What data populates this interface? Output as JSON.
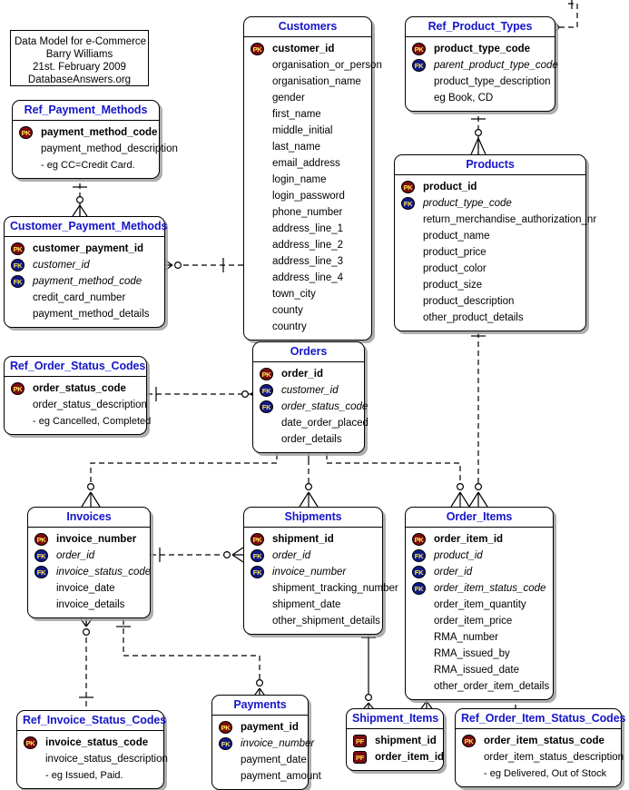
{
  "diagram": {
    "title_box": {
      "lines": [
        "Data Model for e-Commerce",
        "Barry Williams",
        "21st. February 2009",
        "DatabaseAnswers.org"
      ]
    },
    "colors": {
      "entity_title": "#1616c8",
      "pk_badge": "#7c0a12",
      "fk_badge": "#101a8c",
      "badge_text": "#ffe44d",
      "line": "#000000",
      "shadow": "#a0a0a0",
      "background": "#ffffff"
    },
    "badge_labels": {
      "pk": "PK",
      "fk": "FK",
      "pf": "PF"
    },
    "entities": [
      {
        "name": "Ref_Payment_Methods",
        "attributes": [
          {
            "label": "payment_method_code",
            "key": "pk"
          },
          {
            "label": "payment_method_description",
            "key": "none"
          },
          {
            "label": "- eg CC=Credit Card.",
            "key": "none"
          }
        ]
      },
      {
        "name": "Customer_Payment_Methods",
        "attributes": [
          {
            "label": "customer_payment_id",
            "key": "pk"
          },
          {
            "label": "customer_id",
            "key": "fk"
          },
          {
            "label": "payment_method_code",
            "key": "fk"
          },
          {
            "label": "credit_card_number",
            "key": "none"
          },
          {
            "label": "payment_method_details",
            "key": "none"
          }
        ]
      },
      {
        "name": "Customers",
        "attributes": [
          {
            "label": "customer_id",
            "key": "pk"
          },
          {
            "label": "organisation_or_person",
            "key": "none"
          },
          {
            "label": "organisation_name",
            "key": "none"
          },
          {
            "label": "gender",
            "key": "none"
          },
          {
            "label": "first_name",
            "key": "none"
          },
          {
            "label": "middle_initial",
            "key": "none"
          },
          {
            "label": "last_name",
            "key": "none"
          },
          {
            "label": "email_address",
            "key": "none"
          },
          {
            "label": "login_name",
            "key": "none"
          },
          {
            "label": "login_password",
            "key": "none"
          },
          {
            "label": "phone_number",
            "key": "none"
          },
          {
            "label": "address_line_1",
            "key": "none"
          },
          {
            "label": "address_line_2",
            "key": "none"
          },
          {
            "label": "address_line_3",
            "key": "none"
          },
          {
            "label": "address_line_4",
            "key": "none"
          },
          {
            "label": "town_city",
            "key": "none"
          },
          {
            "label": "county",
            "key": "none"
          },
          {
            "label": "country",
            "key": "none"
          }
        ]
      },
      {
        "name": "Ref_Product_Types",
        "attributes": [
          {
            "label": "product_type_code",
            "key": "pk"
          },
          {
            "label": "parent_product_type_code",
            "key": "fk"
          },
          {
            "label": "product_type_description",
            "key": "none"
          },
          {
            "label": "eg Book, CD",
            "key": "none"
          }
        ]
      },
      {
        "name": "Products",
        "attributes": [
          {
            "label": "product_id",
            "key": "pk"
          },
          {
            "label": "product_type_code",
            "key": "fk"
          },
          {
            "label": "return_merchandise_authorization_nr",
            "key": "none"
          },
          {
            "label": "product_name",
            "key": "none"
          },
          {
            "label": "product_price",
            "key": "none"
          },
          {
            "label": "product_color",
            "key": "none"
          },
          {
            "label": "product_size",
            "key": "none"
          },
          {
            "label": "product_description",
            "key": "none"
          },
          {
            "label": "other_product_details",
            "key": "none"
          }
        ]
      },
      {
        "name": "Ref_Order_Status_Codes",
        "attributes": [
          {
            "label": "order_status_code",
            "key": "pk"
          },
          {
            "label": "order_status_description",
            "key": "none"
          },
          {
            "label": "- eg Cancelled, Completed",
            "key": "none"
          }
        ]
      },
      {
        "name": "Orders",
        "attributes": [
          {
            "label": "order_id",
            "key": "pk"
          },
          {
            "label": "customer_id",
            "key": "fk"
          },
          {
            "label": "order_status_code",
            "key": "fk"
          },
          {
            "label": "date_order_placed",
            "key": "none"
          },
          {
            "label": "order_details",
            "key": "none"
          }
        ]
      },
      {
        "name": "Invoices",
        "attributes": [
          {
            "label": "invoice_number",
            "key": "pk"
          },
          {
            "label": "order_id",
            "key": "fk"
          },
          {
            "label": "invoice_status_code",
            "key": "fk"
          },
          {
            "label": "invoice_date",
            "key": "none"
          },
          {
            "label": "invoice_details",
            "key": "none"
          }
        ]
      },
      {
        "name": "Shipments",
        "attributes": [
          {
            "label": "shipment_id",
            "key": "pk"
          },
          {
            "label": "order_id",
            "key": "fk"
          },
          {
            "label": "invoice_number",
            "key": "fk"
          },
          {
            "label": "shipment_tracking_number",
            "key": "none"
          },
          {
            "label": "shipment_date",
            "key": "none"
          },
          {
            "label": "other_shipment_details",
            "key": "none"
          }
        ]
      },
      {
        "name": "Order_Items",
        "attributes": [
          {
            "label": "order_item_id",
            "key": "pk"
          },
          {
            "label": "product_id",
            "key": "fk"
          },
          {
            "label": "order_id",
            "key": "fk"
          },
          {
            "label": "order_item_status_code",
            "key": "fk"
          },
          {
            "label": "order_item_quantity",
            "key": "none"
          },
          {
            "label": "order_item_price",
            "key": "none"
          },
          {
            "label": "RMA_number",
            "key": "none"
          },
          {
            "label": "RMA_issued_by",
            "key": "none"
          },
          {
            "label": "RMA_issued_date",
            "key": "none"
          },
          {
            "label": "other_order_item_details",
            "key": "none"
          }
        ]
      },
      {
        "name": "Ref_Invoice_Status_Codes",
        "attributes": [
          {
            "label": "invoice_status_code",
            "key": "pk"
          },
          {
            "label": "invoice_status_description",
            "key": "none"
          },
          {
            "label": "- eg Issued, Paid.",
            "key": "none"
          }
        ]
      },
      {
        "name": "Payments",
        "attributes": [
          {
            "label": "payment_id",
            "key": "pk"
          },
          {
            "label": "invoice_number",
            "key": "fk"
          },
          {
            "label": "payment_date",
            "key": "none"
          },
          {
            "label": "payment_amount",
            "key": "none"
          }
        ]
      },
      {
        "name": "Shipment_Items",
        "attributes": [
          {
            "label": "shipment_id",
            "key": "pf"
          },
          {
            "label": "order_item_id",
            "key": "pf"
          }
        ]
      },
      {
        "name": "Ref_Order_Item_Status_Codes",
        "attributes": [
          {
            "label": "order_item_status_code",
            "key": "pk"
          },
          {
            "label": "order_item_status_description",
            "key": "none"
          },
          {
            "label": "- eg Delivered, Out of Stock",
            "key": "none"
          }
        ]
      }
    ],
    "relationships": [
      {
        "parent": "Ref_Payment_Methods",
        "child": "Customer_Payment_Methods"
      },
      {
        "parent": "Customers",
        "child": "Customer_Payment_Methods"
      },
      {
        "parent": "Ref_Product_Types",
        "child": "Ref_Product_Types"
      },
      {
        "parent": "Ref_Product_Types",
        "child": "Products"
      },
      {
        "parent": "Customers",
        "child": "Orders"
      },
      {
        "parent": "Ref_Order_Status_Codes",
        "child": "Orders"
      },
      {
        "parent": "Orders",
        "child": "Invoices"
      },
      {
        "parent": "Orders",
        "child": "Shipments"
      },
      {
        "parent": "Orders",
        "child": "Order_Items"
      },
      {
        "parent": "Products",
        "child": "Order_Items"
      },
      {
        "parent": "Invoices",
        "child": "Shipments"
      },
      {
        "parent": "Invoices",
        "child": "Payments"
      },
      {
        "parent": "Ref_Invoice_Status_Codes",
        "child": "Invoices"
      },
      {
        "parent": "Shipments",
        "child": "Shipment_Items"
      },
      {
        "parent": "Order_Items",
        "child": "Shipment_Items"
      },
      {
        "parent": "Ref_Order_Item_Status_Codes",
        "child": "Order_Items"
      }
    ]
  }
}
